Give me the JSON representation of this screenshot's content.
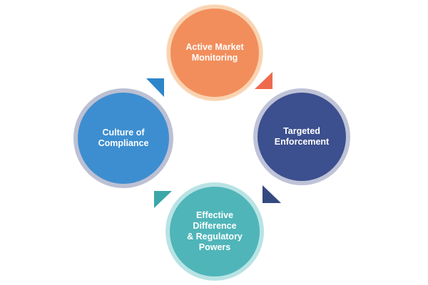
{
  "diagram": {
    "nodes": [
      {
        "id": "top",
        "label": "Active Market\nMonitoring"
      },
      {
        "id": "right",
        "label": "Targeted\nEnforcement"
      },
      {
        "id": "bottom",
        "label": "Effective\nDifference\n& Regulatory\nPowers"
      },
      {
        "id": "left",
        "label": "Culture of\nCompliance"
      }
    ],
    "connectors": [
      {
        "name": "top-to-right-arrow",
        "color": "#ee6a4e"
      },
      {
        "name": "right-to-bottom-arrow",
        "color": "#34497f"
      },
      {
        "name": "bottom-to-left-arrow",
        "color": "#3aa7a9"
      },
      {
        "name": "left-to-top-arrow",
        "color": "#2d86c9"
      }
    ]
  }
}
